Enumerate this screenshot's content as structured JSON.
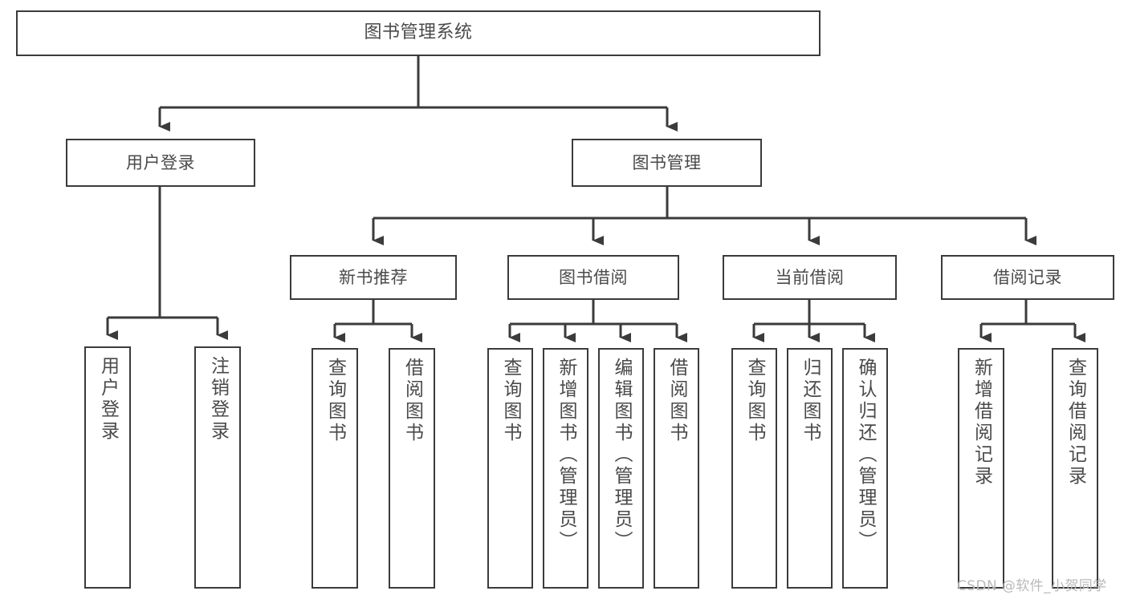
{
  "diagram": {
    "type": "tree",
    "title": "图书管理系统",
    "orientation": "top-down",
    "colors": {
      "background": "#ffffff",
      "box_border": "#3b3b3b",
      "box_fill": "#ffffff",
      "text": "#4a4a4a",
      "connector": "#3b3b3b",
      "watermark": "#b9b9b9"
    },
    "root": {
      "label": "图书管理系统"
    },
    "level2": [
      {
        "label": "用户登录"
      },
      {
        "label": "图书管理"
      }
    ],
    "level3": [
      {
        "label": "新书推荐"
      },
      {
        "label": "图书借阅"
      },
      {
        "label": "当前借阅"
      },
      {
        "label": "借阅记录"
      }
    ],
    "leaves": {
      "user_login": [
        {
          "label": "用户登录"
        },
        {
          "label": "注销登录"
        }
      ],
      "new_book": [
        {
          "label": "查询图书"
        },
        {
          "label": "借阅图书"
        }
      ],
      "book_borrow": [
        {
          "label": "查询图书"
        },
        {
          "label": "新增图书（管理员）"
        },
        {
          "label": "编辑图书（管理员）"
        },
        {
          "label": "借阅图书"
        }
      ],
      "current_borrow": [
        {
          "label": "查询图书"
        },
        {
          "label": "归还图书"
        },
        {
          "label": "确认归还（管理员）"
        }
      ],
      "borrow_record": [
        {
          "label": "新增借阅记录"
        },
        {
          "label": "查询借阅记录"
        }
      ]
    }
  },
  "watermark": {
    "text": "CSDN @软件_小贺同学"
  }
}
